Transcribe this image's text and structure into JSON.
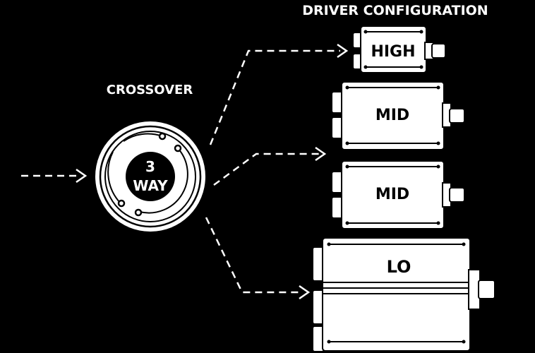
{
  "title": "DRIVER CONFIGURATION",
  "crossover": {
    "label": "CROSSOVER",
    "line1": "3",
    "line2": "WAY"
  },
  "drivers": [
    {
      "label": "HIGH"
    },
    {
      "label": "MID"
    },
    {
      "label": "MID"
    },
    {
      "label": "LO"
    }
  ],
  "colors": {
    "background": "#000000",
    "foreground": "#ffffff"
  }
}
